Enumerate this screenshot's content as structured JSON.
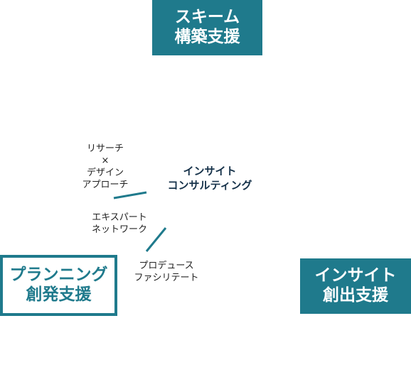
{
  "boxes": {
    "scheme": {
      "line1": "スキーム",
      "line2": "構築支援"
    },
    "planning": {
      "line1": "プランニング",
      "line2": "創発支援"
    },
    "insight_creation": {
      "line1": "インサイト",
      "line2": "創出支援"
    }
  },
  "center": {
    "line1": "インサイト",
    "line2": "コンサルティング"
  },
  "labels": {
    "research": {
      "line1": "リサーチ",
      "line2": "×",
      "line3": "デザイン",
      "line4": "アプローチ"
    },
    "expert": {
      "line1": "エキスパート",
      "line2": "ネットワーク"
    },
    "produce": {
      "line1": "プロデュース",
      "line2": "ファシリテート"
    }
  },
  "colors": {
    "accent": "#1f7a8c",
    "text": "#222222",
    "center_text": "#16324a"
  }
}
